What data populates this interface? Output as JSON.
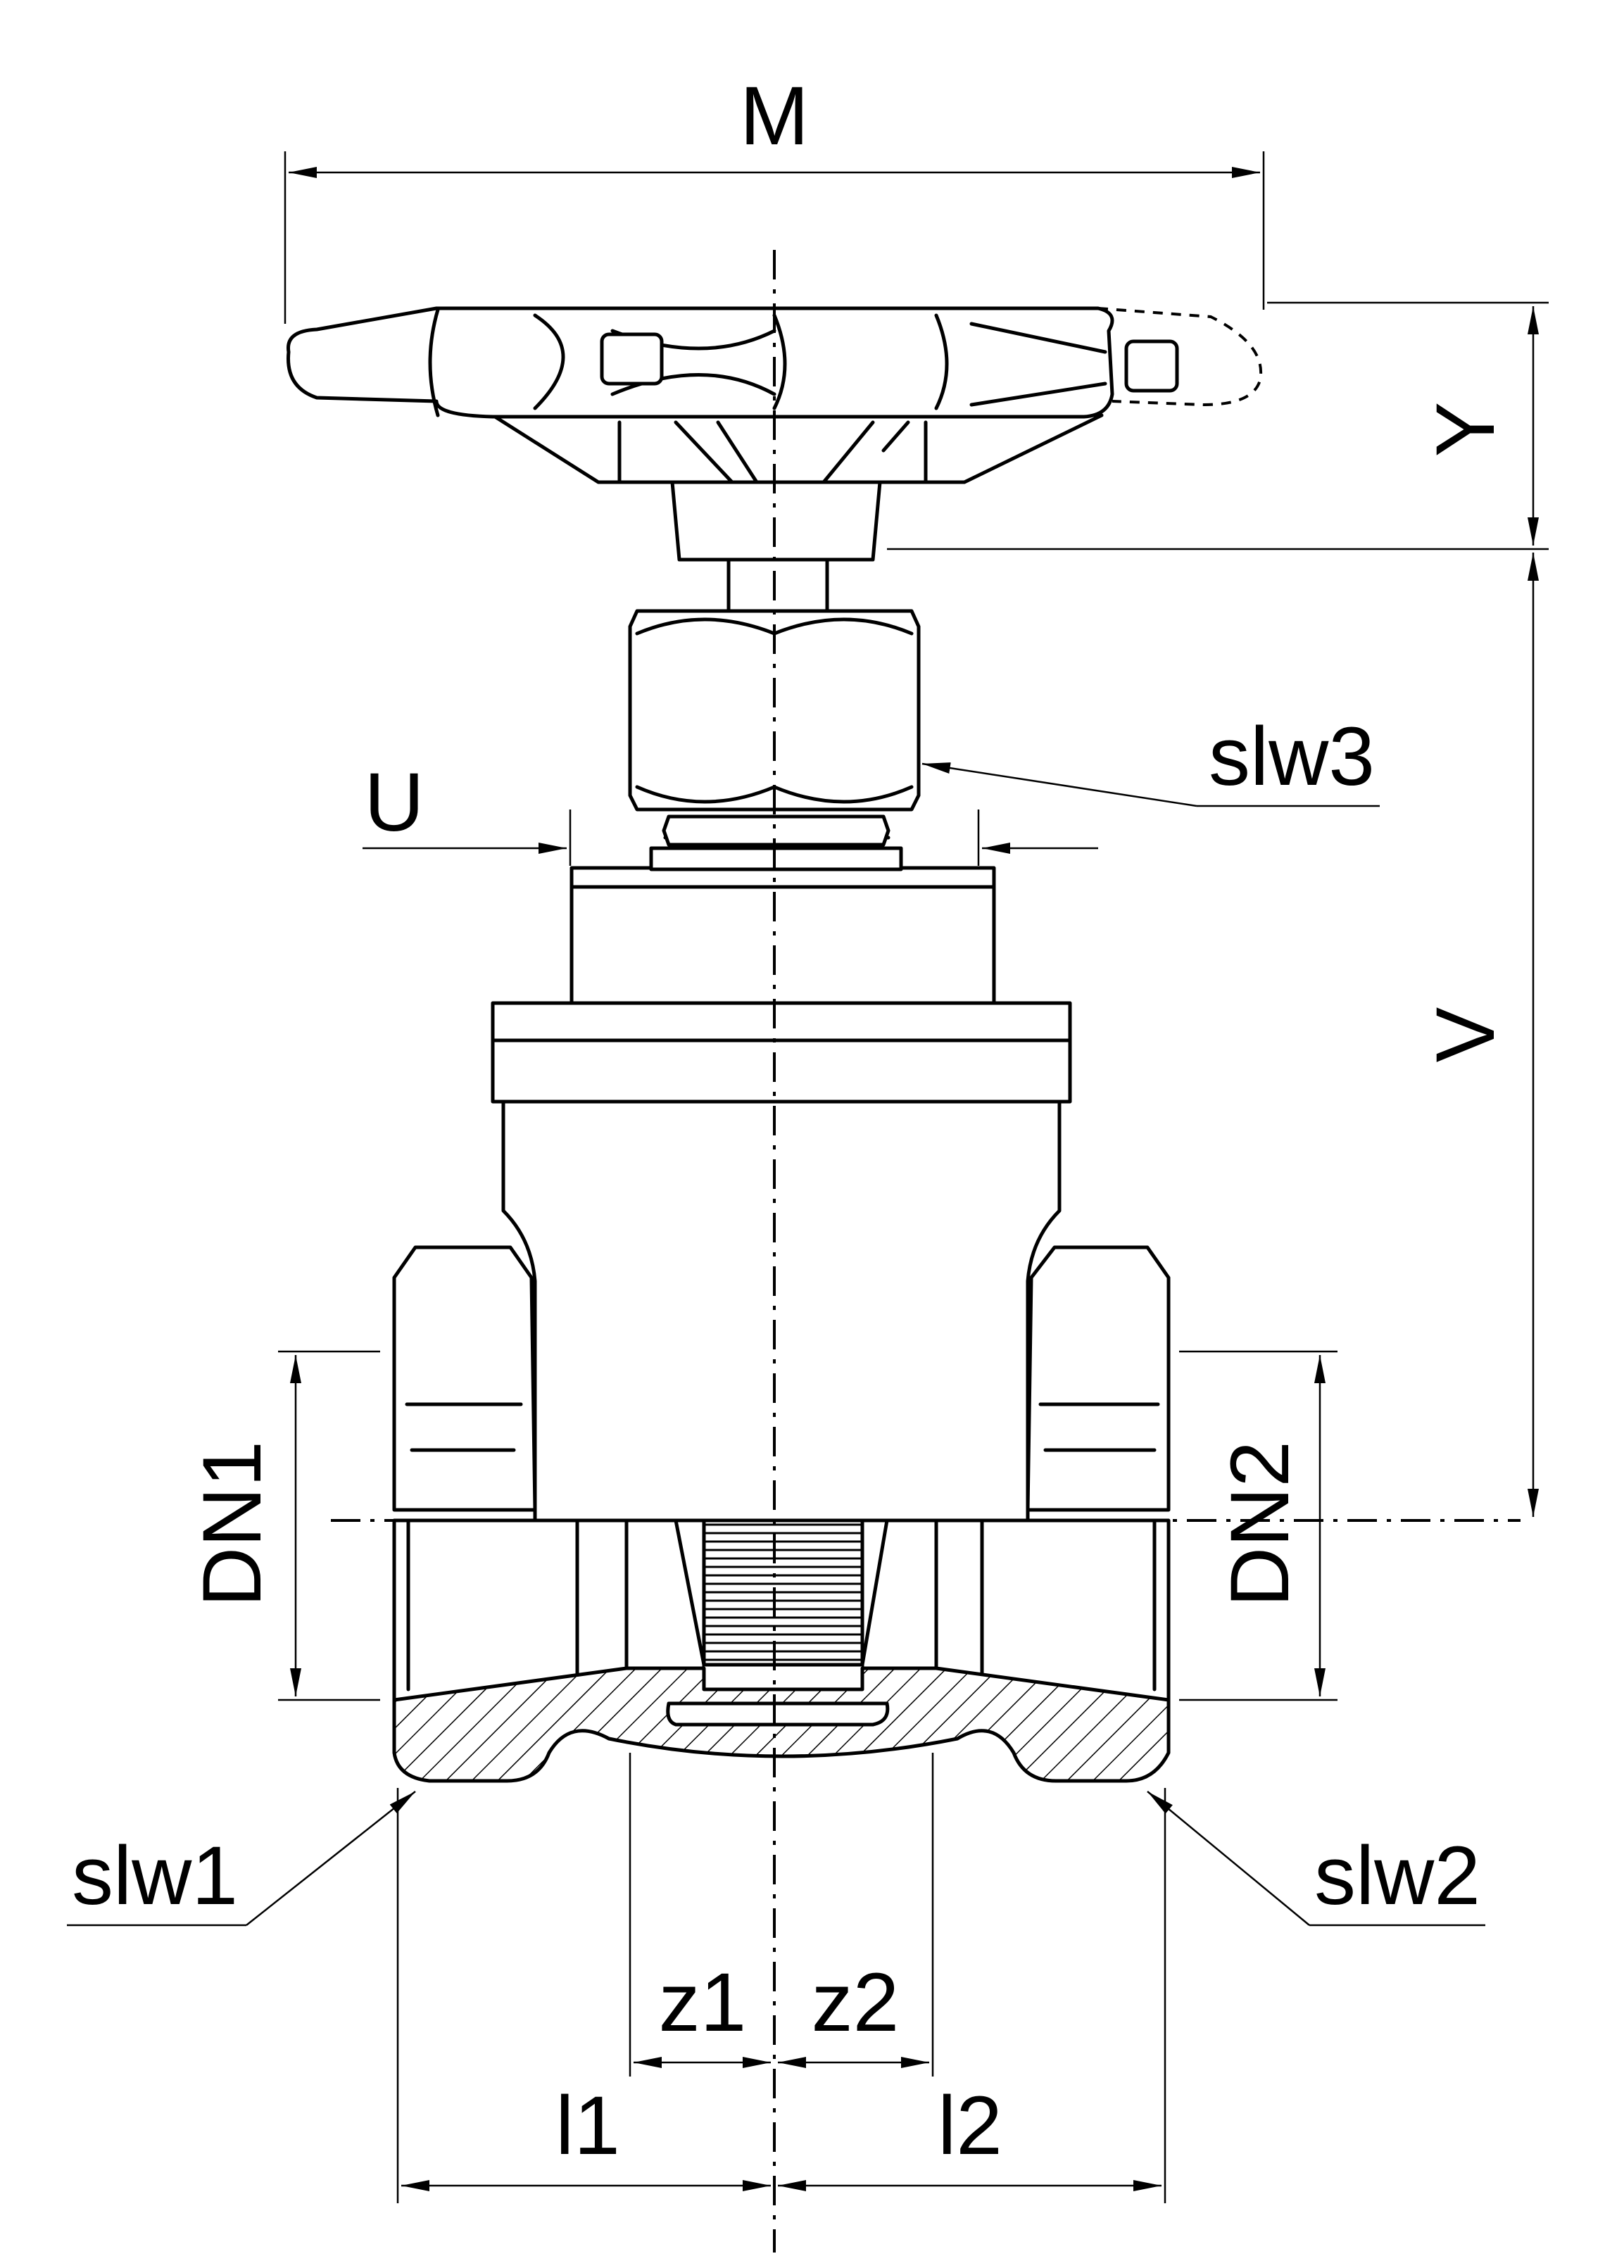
{
  "labels": {
    "M": "M",
    "Y": "Y",
    "V": "V",
    "U": "U",
    "slw3": "slw3",
    "DN1": "DN1",
    "DN2": "DN2",
    "slw1": "slw1",
    "slw2": "slw2",
    "z1": "z1",
    "z2": "z2",
    "l1": "l1",
    "l2": "l2"
  },
  "colors": {
    "ink": "#000000",
    "paper": "#ffffff"
  }
}
